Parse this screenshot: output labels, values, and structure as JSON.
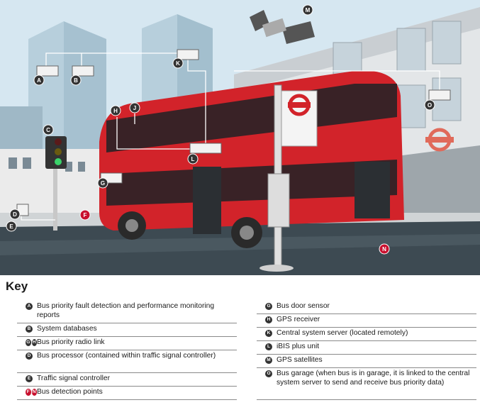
{
  "callouts": [
    {
      "id": "A"
    },
    {
      "id": "B"
    },
    {
      "id": "C"
    },
    {
      "id": "D"
    },
    {
      "id": "E"
    },
    {
      "id": "F"
    },
    {
      "id": "G"
    },
    {
      "id": "H"
    },
    {
      "id": "J"
    },
    {
      "id": "K"
    },
    {
      "id": "L"
    },
    {
      "id": "M"
    },
    {
      "id": "N"
    },
    {
      "id": "O"
    }
  ],
  "key": {
    "title": "Key",
    "left": [
      {
        "badges": [
          {
            "letter": "A",
            "red": false
          }
        ],
        "text": "Bus priority fault detection and performance monitoring reports"
      },
      {
        "badges": [
          {
            "letter": "B",
            "red": false
          }
        ],
        "text": "System databases"
      },
      {
        "badges": [
          {
            "letter": "G",
            "red": false
          },
          {
            "letter": "H",
            "red": false
          }
        ],
        "text": "Bus priority radio link"
      },
      {
        "badges": [
          {
            "letter": "D",
            "red": false
          }
        ],
        "text": "Bus processor (contained within traffic signal controller)"
      },
      {
        "badges": [
          {
            "letter": "E",
            "red": false
          }
        ],
        "text": "Traffic signal controller"
      },
      {
        "badges": [
          {
            "letter": "F",
            "red": true
          },
          {
            "letter": "N",
            "red": true
          }
        ],
        "text": "Bus detection points"
      }
    ],
    "right": [
      {
        "badges": [
          {
            "letter": "G",
            "red": false
          }
        ],
        "text": "Bus door sensor"
      },
      {
        "badges": [
          {
            "letter": "H",
            "red": false
          }
        ],
        "text": "GPS receiver"
      },
      {
        "badges": [
          {
            "letter": "K",
            "red": false
          }
        ],
        "text": "Central system server (located remotely)"
      },
      {
        "badges": [
          {
            "letter": "L",
            "red": false
          }
        ],
        "text": "iBIS plus unit"
      },
      {
        "badges": [
          {
            "letter": "M",
            "red": false
          }
        ],
        "text": "GPS satellites"
      },
      {
        "badges": [
          {
            "letter": "O",
            "red": false
          }
        ],
        "text": "Bus garage (when bus is in garage, it is linked to the central system server to send and receive bus priority data)"
      }
    ]
  },
  "colors": {
    "bus_red": "#d2232a",
    "sky": "#cfe3ef",
    "road": "#3d4a52",
    "badge": "#333333",
    "detection": "#c8102e"
  }
}
